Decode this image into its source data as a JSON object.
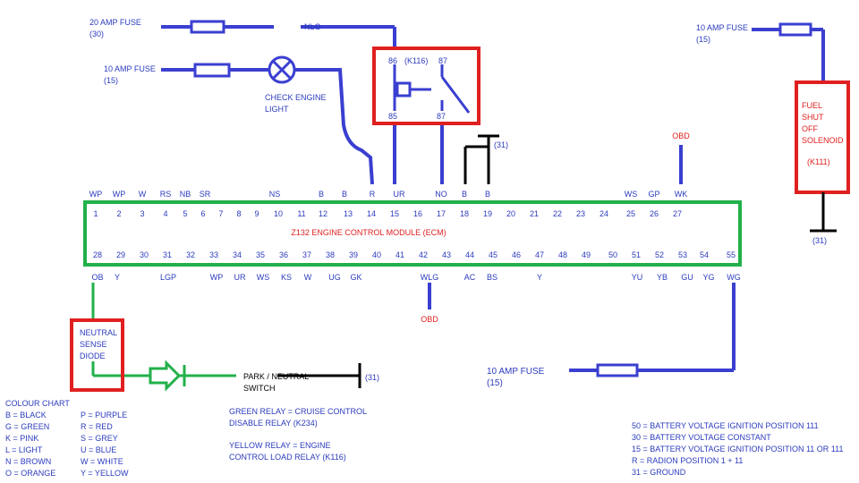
{
  "fuses": {
    "fuse20": {
      "label": "20 AMP FUSE",
      "term": "(30)"
    },
    "fuse10a": {
      "label": "10 AMP FUSE",
      "term": "(15)"
    },
    "fuse10b": {
      "label": "10 AMP FUSE",
      "term": "(15)"
    },
    "fuse10c": {
      "label": "10 AMP FUSE",
      "term": "(15)"
    }
  },
  "wire_labels": {
    "nlg": "NLG",
    "obd_top": "OBD",
    "obd_bottom": "OBD"
  },
  "lamp": {
    "line1": "CHECK ENGINE",
    "line2": "LIGHT"
  },
  "relay": {
    "t86": "86",
    "k116": "(K116)",
    "t87a": "87",
    "t85": "85",
    "t87b": "87"
  },
  "ground_label": "(31)",
  "solenoid": {
    "line1": "FUEL",
    "line2": "SHUT",
    "line3": "OFF",
    "line4": "SOLENOID",
    "code": "(K111)"
  },
  "ecm": {
    "title": "Z132  ENGINE CONTROL MODULE (ECM)",
    "top_pins": [
      "1",
      "2",
      "3",
      "4",
      "5",
      "6",
      "7",
      "8",
      "9",
      "10",
      "11",
      "12",
      "13",
      "14",
      "15",
      "16",
      "17",
      "18",
      "19",
      "20",
      "21",
      "22",
      "23",
      "24",
      "25",
      "26",
      "27"
    ],
    "bottom_pins": [
      "28",
      "29",
      "30",
      "31",
      "32",
      "33",
      "34",
      "35",
      "36",
      "37",
      "38",
      "39",
      "40",
      "41",
      "42",
      "43",
      "44",
      "45",
      "46",
      "47",
      "48",
      "49",
      "50",
      "51",
      "52",
      "53",
      "54",
      "55"
    ],
    "top_wires": [
      "WP",
      "WP",
      "W",
      "RS",
      "NB",
      "SR",
      "NS",
      "B",
      "B",
      "R",
      "UR",
      "NO",
      "B",
      "B",
      "WS",
      "GP",
      "WK"
    ],
    "bottom_wires": [
      "OB",
      "Y",
      "LGP",
      "WP",
      "UR",
      "WS",
      "KS",
      "W",
      "UG",
      "GK",
      "WLG",
      "AC",
      "BS",
      "Y",
      "YU",
      "YB",
      "GU",
      "YG",
      "WG"
    ]
  },
  "diode": {
    "line1": "NEUTRAL",
    "line2": "SENSE",
    "line3": "DIODE"
  },
  "switch": {
    "line1": "PARK / NEUTRAL",
    "line2": "SWITCH"
  },
  "colour_chart": {
    "title": "COLOUR CHART",
    "left": [
      "B  =  BLACK",
      "G  =  GREEN",
      "K  =  PINK",
      "L  =  LIGHT",
      "N  =  BROWN",
      "O  =  ORANGE"
    ],
    "right": [
      "P  =  PURPLE",
      "R  =  RED",
      "S  =  GREY",
      "U  =  BLUE",
      "W  =  WHITE",
      "Y  =  YELLOW"
    ]
  },
  "relay_notes": [
    "GREEN RELAY = CRUISE CONTROL",
    "DISABLE RELAY (K234)",
    "YELLOW RELAY = ENGINE",
    "CONTROL LOAD RELAY (K116)"
  ],
  "terminal_legend": [
    "50 = BATTERY VOLTAGE IGNITION POSITION 111",
    "30 = BATTERY VOLTAGE CONSTANT",
    "15 = BATTERY VOLTAGE IGNITION POSITION 11 OR 111",
    "R   = RADION POSITION 1 + 11",
    "31 = GROUND"
  ]
}
